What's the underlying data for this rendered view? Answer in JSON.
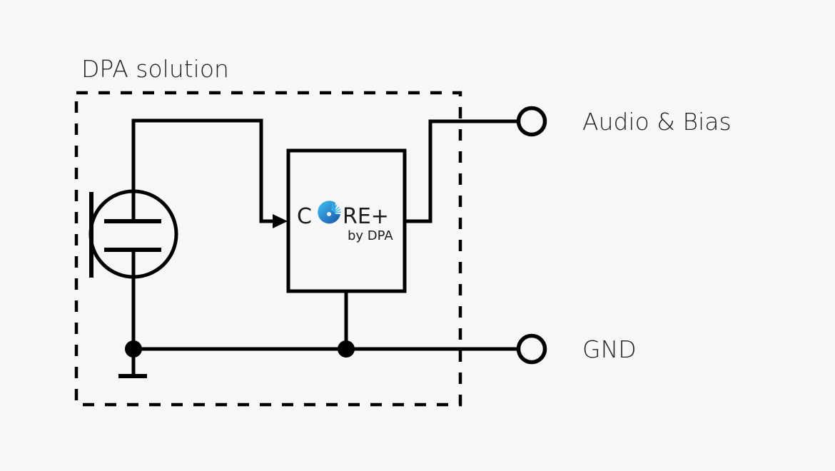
{
  "diagram": {
    "title": "DPA solution",
    "terminals": [
      {
        "label": "Audio & Bias"
      },
      {
        "label": "GND"
      }
    ],
    "chip": {
      "logo": {
        "letter_left": "C",
        "letters_right": "RE+",
        "subtitle": "by DPA",
        "colors": {
          "disc_light": "#3ab6ec",
          "disc_dark": "#1a5bb0",
          "text": "#1c1c1c"
        }
      }
    },
    "colors": {
      "background": "#f7f7f7",
      "wire": "#000000",
      "text": "#232323"
    }
  }
}
